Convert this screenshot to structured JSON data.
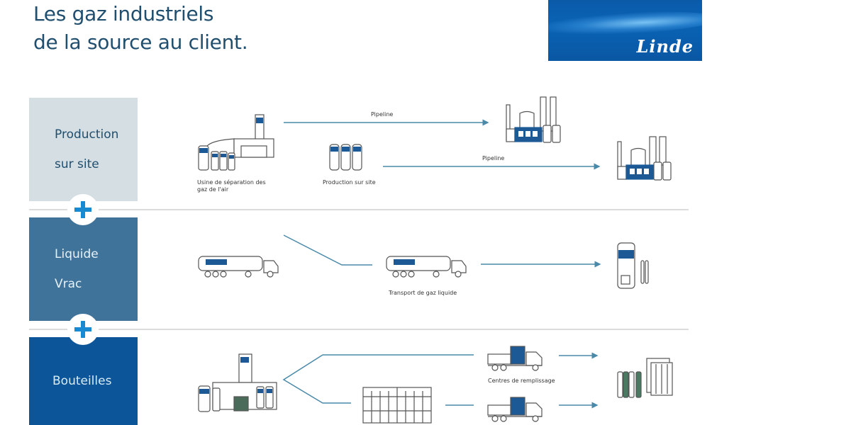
{
  "title": {
    "line1": "Les gaz industriels",
    "line2": "de la source au client."
  },
  "logo": {
    "brand": "Linde"
  },
  "categories": [
    {
      "line1": "Production",
      "line2": "sur site"
    },
    {
      "line1": "Liquide",
      "line2": "Vrac"
    },
    {
      "line1": "Bouteilles"
    }
  ],
  "labels": {
    "pipeline_top": "Pipeline",
    "pipeline_bottom": "Pipeline",
    "asu_line1": "Usine de séparation des",
    "asu_line2": "gaz de l'air",
    "onsite": "Production sur site",
    "liquid_transport": "Transport de gaz liquide",
    "filling_centers": "Centres de remplissage"
  },
  "colors": {
    "accent": "#1a8ad0",
    "line": "#4a8aa8",
    "production_bg": "#d5dee3",
    "liquid_bg": "#40739a",
    "cylinders_bg": "#0b5598",
    "logo_bg": "#0a5aa8"
  }
}
